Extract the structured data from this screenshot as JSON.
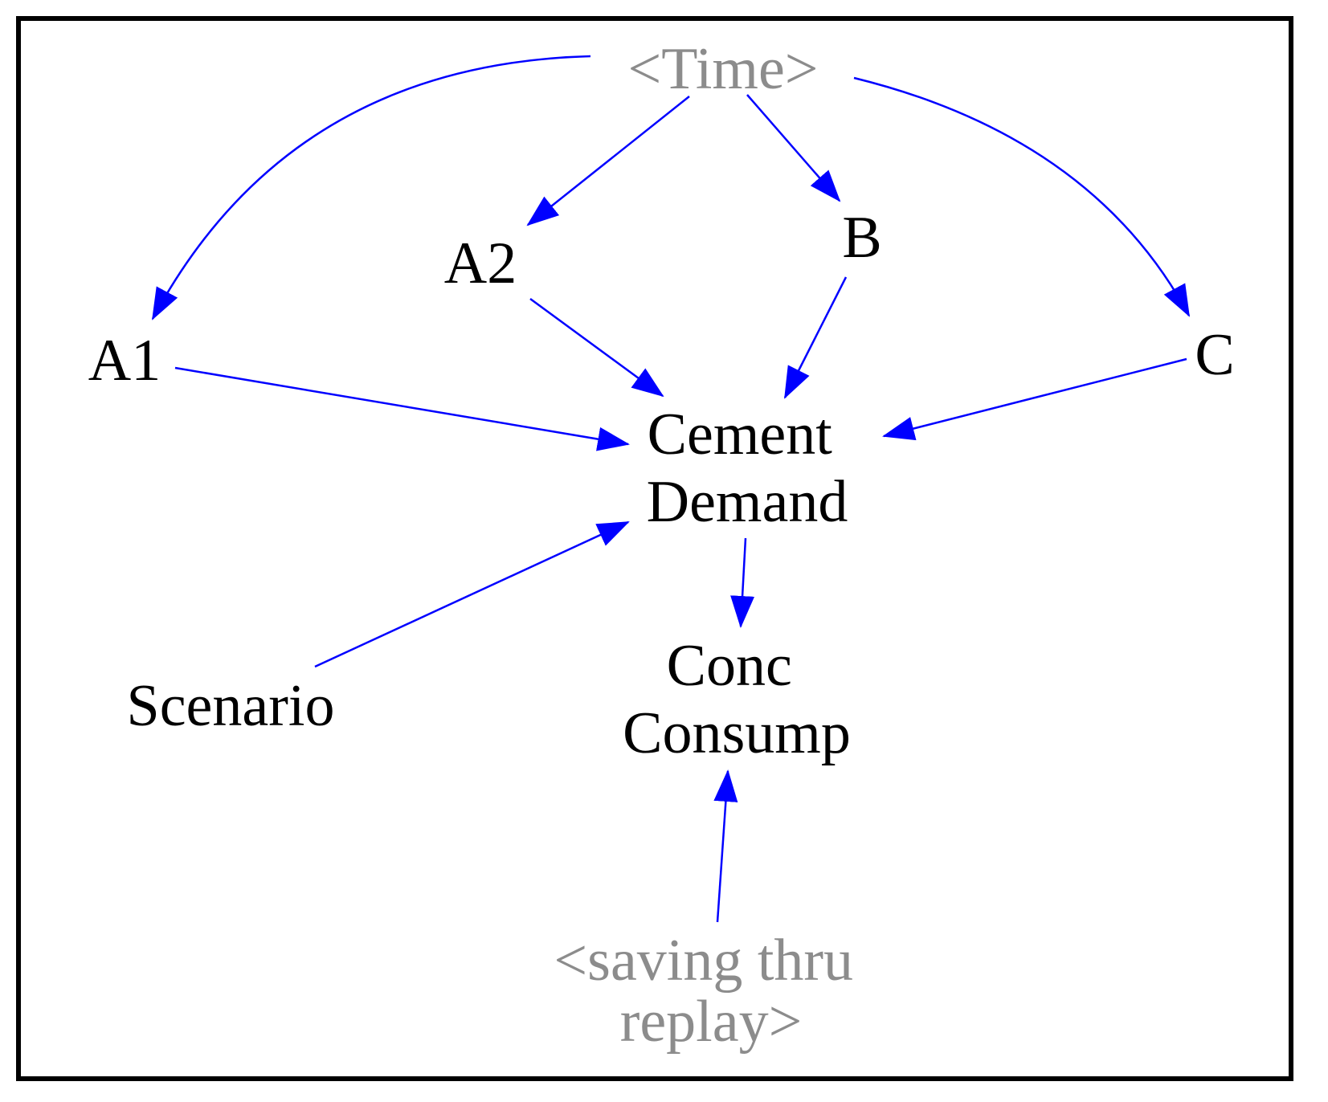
{
  "colors": {
    "link": "#0000ff",
    "node_text": "#000000",
    "shadow_text": "#8c8c8c",
    "frame": "#000000"
  },
  "nodes": {
    "time": {
      "lines": [
        "<Time>"
      ],
      "shadow": true
    },
    "a1": {
      "lines": [
        "A1"
      ]
    },
    "a2": {
      "lines": [
        "A2"
      ]
    },
    "b": {
      "lines": [
        "B"
      ]
    },
    "c": {
      "lines": [
        "C"
      ]
    },
    "cement_demand": {
      "lines": [
        "Cement",
        "Demand"
      ]
    },
    "scenario": {
      "lines": [
        "Scenario"
      ]
    },
    "conc_consump": {
      "lines": [
        "Conc",
        "Consump"
      ]
    },
    "saving_thru_replay": {
      "lines": [
        "<saving thru",
        "replay>"
      ],
      "shadow": true
    }
  },
  "links": [
    {
      "from": "time",
      "to": "a1"
    },
    {
      "from": "time",
      "to": "a2"
    },
    {
      "from": "time",
      "to": "b"
    },
    {
      "from": "time",
      "to": "c"
    },
    {
      "from": "a1",
      "to": "cement_demand"
    },
    {
      "from": "a2",
      "to": "cement_demand"
    },
    {
      "from": "b",
      "to": "cement_demand"
    },
    {
      "from": "c",
      "to": "cement_demand"
    },
    {
      "from": "scenario",
      "to": "cement_demand"
    },
    {
      "from": "cement_demand",
      "to": "conc_consump"
    },
    {
      "from": "saving_thru_replay",
      "to": "conc_consump"
    }
  ]
}
